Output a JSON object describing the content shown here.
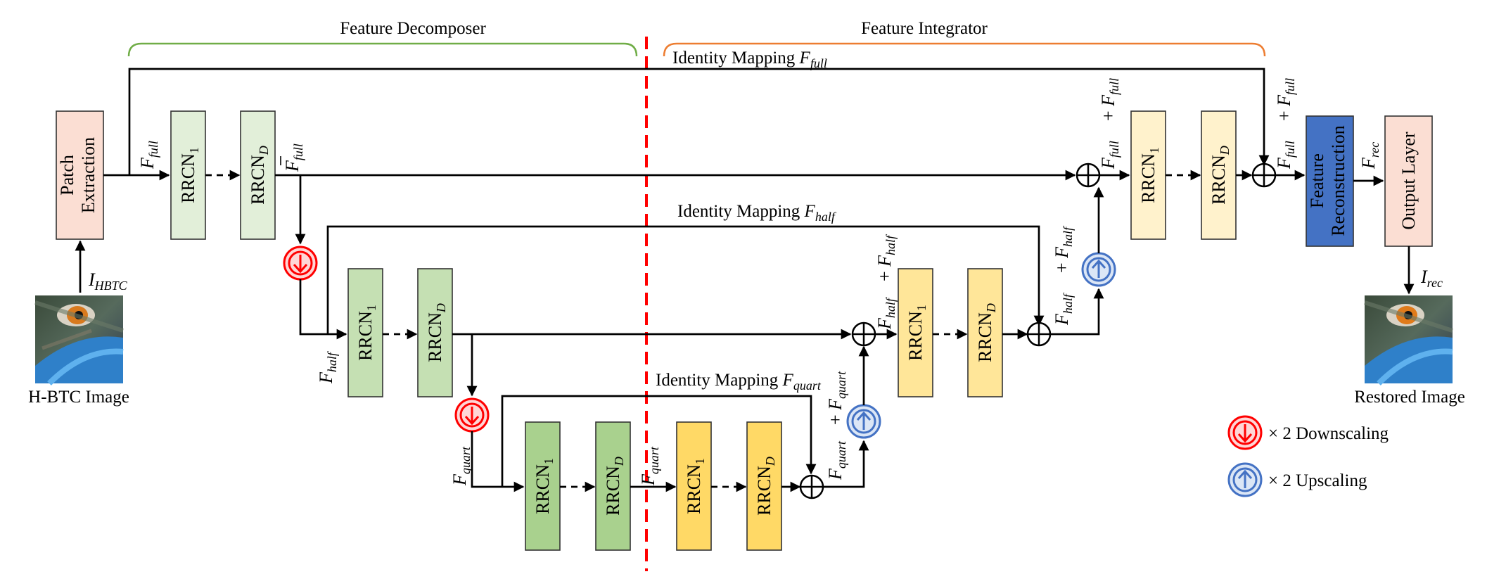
{
  "headers": {
    "decomposer": "Feature Decomposer",
    "integrator": "Feature Integrator"
  },
  "identity": {
    "prefix": "Identity Mapping ",
    "full_sym": "F",
    "full_sub": "full",
    "half_sym": "F",
    "half_sub": "half",
    "quart_sym": "F",
    "quart_sub": "quart"
  },
  "blocks": {
    "patch_extraction": [
      "Patch",
      "Extraction"
    ],
    "rrcn1": "RRCN",
    "rrcn1_sub": "1",
    "rrcnD": "RRCN",
    "rrcnD_sub": "D",
    "feature_reconstruction": [
      "Feature",
      "Reconstruction"
    ],
    "output_layer": "Output Layer"
  },
  "signals": {
    "F": "F",
    "full": "full",
    "half": "half",
    "quart": "quart",
    "rec": "rec",
    "I": "I",
    "hbtc": "HBTC",
    "plus": "+"
  },
  "images": {
    "input_caption": "H-BTC Image",
    "output_caption": "Restored Image"
  },
  "legend": {
    "down": "× 2 Downscaling",
    "up": "× 2 Upscaling"
  },
  "colors": {
    "patch": "#fbded3",
    "rrcn_full_dec": "#e2efd9",
    "rrcn_half_dec": "#c5e0b3",
    "rrcn_quart_dec": "#a9d18e",
    "rrcn_full_int": "#fff2cc",
    "rrcn_half_int": "#ffe699",
    "rrcn_quart_int": "#ffd966",
    "feature_recon": "#4472c4",
    "output_layer": "#fbded3",
    "down_circle": "#ff0000",
    "up_circle": "#4472c4",
    "decomposer_brace": "#70ad47",
    "integrator_brace": "#ed7d31",
    "split_line": "#ff0000"
  }
}
